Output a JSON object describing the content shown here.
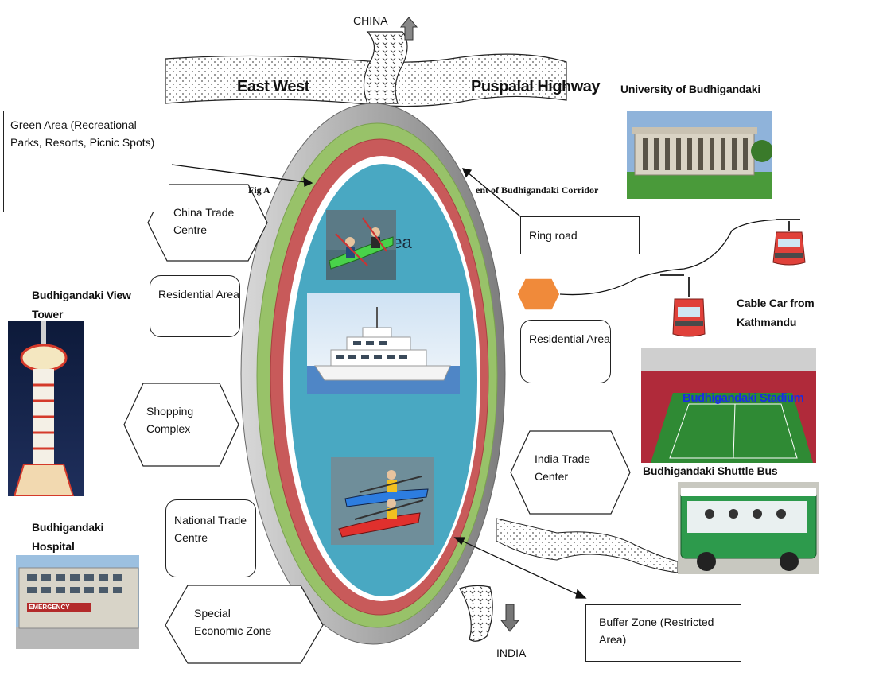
{
  "highway": {
    "left": "East West",
    "right": "Puspalal Highway"
  },
  "directions": {
    "north": "CHINA",
    "south": "INDIA"
  },
  "caption": {
    "left": "Fig A",
    "right": "ent of Budhigandaki Corridor"
  },
  "lake": {
    "label": "rea"
  },
  "callouts": {
    "green_area": "Green Area (Recreational Parks, Resorts, Picnic Spots)",
    "ring_road": "Ring road",
    "buffer_zone": "Buffer Zone (Restricted Area)"
  },
  "zones": {
    "china_trade": "China Trade Centre",
    "residential_left": "Residential Area",
    "shopping": "Shopping Complex",
    "national_trade": "National Trade Centre",
    "special_economic": "Special Economic Zone",
    "residential_right": "Residential Area",
    "india_trade": "India Trade Center"
  },
  "landmarks": {
    "university": "University of Budhigandaki",
    "cable_car": "Cable Car from Kathmandu",
    "stadium": "Budhigandaki Stadium",
    "shuttle_bus": "Budhigandaki Shuttle Bus",
    "view_tower": "Budhigandaki View Tower",
    "hospital": "Budhigandaki Hospital",
    "emergency_sign": "EMERGENCY"
  }
}
